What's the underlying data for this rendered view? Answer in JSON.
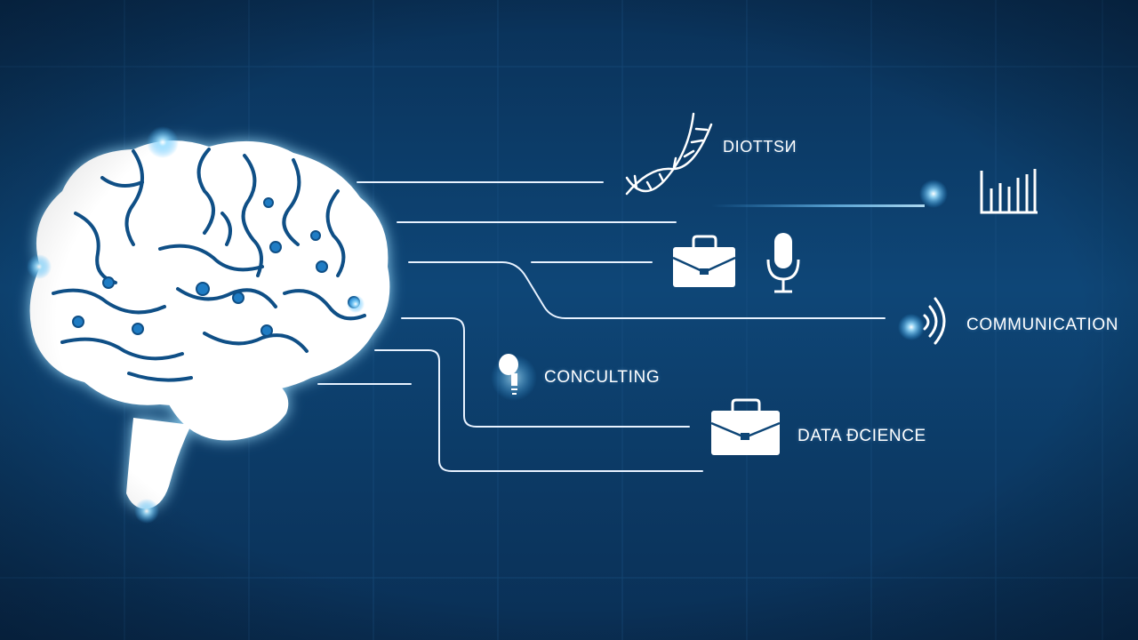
{
  "labels": {
    "biotech": "DIOTTSИ",
    "communication": "COMMUNICATION",
    "consulting": "CONCULTING",
    "data_science": "DATA ÐCIENCE"
  },
  "colors": {
    "background_top": "#0a3158",
    "background_mid": "#0e4677",
    "background_bottom": "#0a2f55",
    "grid": "#1b5285",
    "glow": "#5fc8ff",
    "line": "#e8f2ff",
    "icon": "#ffffff"
  },
  "icons": [
    "brain-icon",
    "dna-icon",
    "bar-chart-icon",
    "briefcase-icon",
    "microphone-icon",
    "signal-icon",
    "lightbulb-icon",
    "briefcase-icon"
  ]
}
